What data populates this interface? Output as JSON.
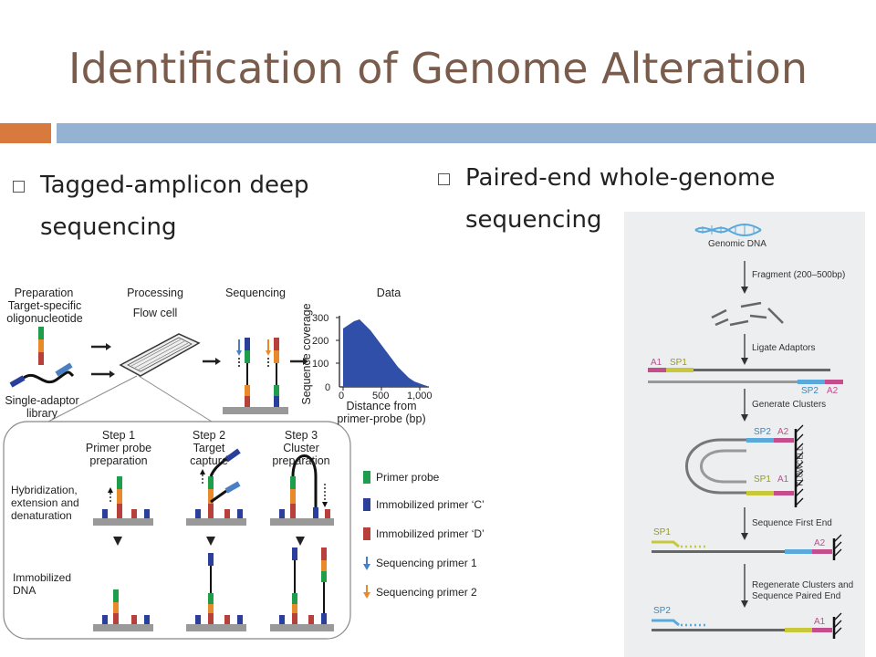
{
  "slide": {
    "title": "Identification of Genome Alteration",
    "bullets": [
      "Tagged-amplicon deep sequencing",
      "Paired-end whole-genome sequencing"
    ]
  },
  "left_figure": {
    "headers": {
      "preparation": "Preparation",
      "target_oligo": "Target-specific\noligonucleotide",
      "processing": "Processing",
      "flow_cell": "Flow cell",
      "sequencing": "Sequencing",
      "data": "Data"
    },
    "single_adaptor_library": "Single-adaptor\nlibrary",
    "steps": [
      "Step 1\nPrimer probe\npreparation",
      "Step 2\nTarget\ncapture",
      "Step 3\nCluster\npreparation"
    ],
    "row_labels": [
      "Hybridization,\nextension and\ndenaturation",
      "Immobilized\nDNA"
    ],
    "legend": [
      {
        "label": "Primer probe",
        "color": "#1e9e4a"
      },
      {
        "label": "Immobilized primer ‘C’",
        "color": "#2a3f9c"
      },
      {
        "label": "Immobilized primer ‘D’",
        "color": "#b8403a"
      },
      {
        "label": "Sequencing primer 1",
        "color": "#4a7fc4"
      },
      {
        "label": "Sequencing primer 2",
        "color": "#e88a2a"
      }
    ],
    "inset_chart": {
      "ylabel": "Sequence coverage",
      "xlabel": "Distance from\nprimer-probe (bp)",
      "xticks": [
        "0",
        "500",
        "1,000"
      ],
      "yticks": [
        "300",
        "200",
        "100",
        "0"
      ],
      "fill_color": "#2f4fa8"
    }
  },
  "right_figure": {
    "genomic_dna": "Genomic DNA",
    "steps": [
      "Fragment (200–500bp)",
      "Ligate Adaptors",
      "Generate Clusters",
      "Sequence First End",
      "Regenerate Clusters and\nSequence Paired End"
    ],
    "adaptor_labels": {
      "a1": "A1",
      "sp1": "SP1",
      "sp2": "SP2",
      "a2": "A2"
    },
    "flowcell": "FLOWCELL",
    "colors": {
      "a1": "#c44e8c",
      "sp1": "#c9c83c",
      "sp2": "#5aa9dc",
      "a2": "#c44e8c",
      "strand": "#555555"
    }
  }
}
